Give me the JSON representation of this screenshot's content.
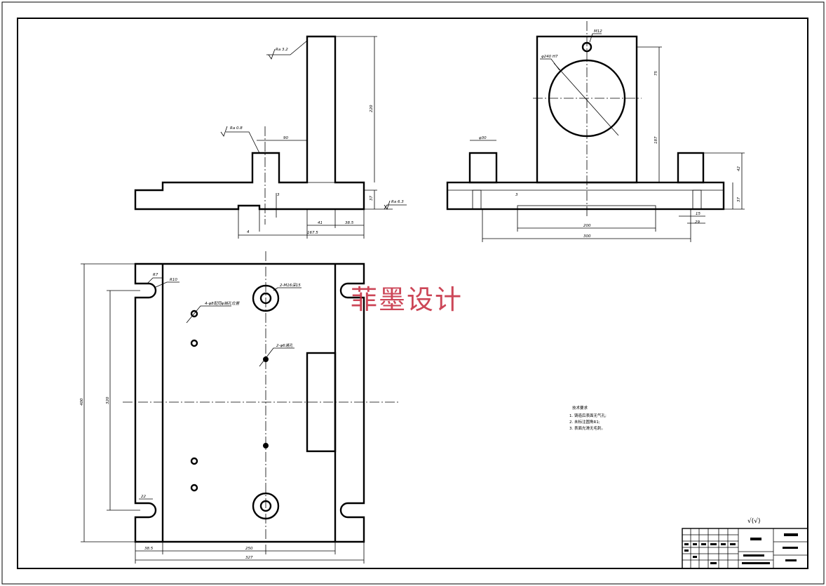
{
  "watermark": "菲墨设计",
  "side_view": {
    "roughness_top": "Ra 3.2",
    "roughness_boss": "Ra 0.8",
    "roughness_base": "Ra 6.3",
    "dim_height": "220",
    "dim_base_height": "37",
    "dim_boss_offset": "90",
    "dim_slot_depth": "3",
    "dim_web": "41",
    "dim_flange": "38.5",
    "dim_small": "4",
    "dim_overall": "167.5"
  },
  "front_view": {
    "dim_hole_top": "M12",
    "dim_bore": "φ240 H7",
    "dim_bore_upper": "75",
    "dim_bore_lower": "187",
    "dim_boss_dia": "φ30",
    "dim_boss_height": "42",
    "dim_base_height": "37",
    "dim_slot_depth": "3",
    "dim_slot_width": "200",
    "dim_boss_span": "300",
    "dim_pin_a": "15",
    "dim_pin_b": "29"
  },
  "plan_view": {
    "dim_r_small": "R7",
    "dim_r_slot": "R10",
    "dim_holes_a": "2-M16深15",
    "dim_holes_b": "4-φ8配同φ销孔位置",
    "dim_holes_c": "2-φ6通孔",
    "dim_height": "400",
    "dim_slot_pitch": "320",
    "dim_slot_width": "22",
    "dim_flange": "38.5",
    "dim_inner": "250",
    "dim_overall": "327"
  },
  "tech_requirements": {
    "title": "技术要求",
    "items": [
      "1. 铸造后表面无气孔;",
      "2. 未标注圆角R1;",
      "3. 表面光滑无毛刺。"
    ]
  },
  "surface_symbol": "√(√)"
}
